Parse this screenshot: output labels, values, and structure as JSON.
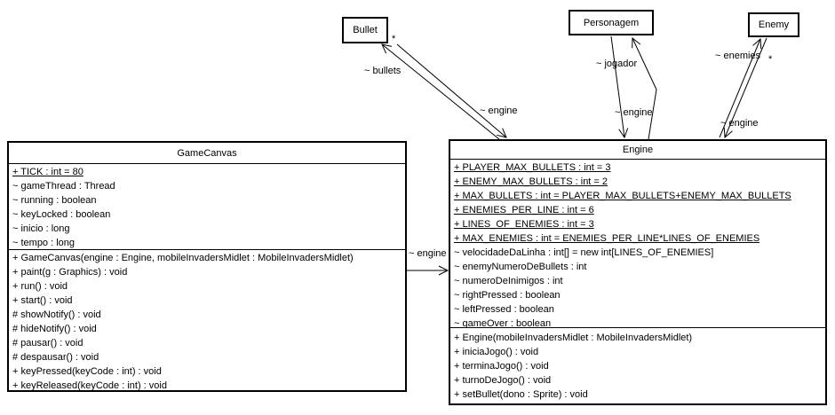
{
  "colors": {
    "background": "#ffffff",
    "line": "#000000",
    "text": "#000000"
  },
  "classes": {
    "gamecanvas": {
      "title": "GameCanvas",
      "attributes": [
        "+ TICK : int = 80",
        "~ gameThread : Thread",
        "~ running : boolean",
        "~ keyLocked : boolean",
        "~ inicio : long",
        "~ tempo : long"
      ],
      "methods": [
        "+ GameCanvas(engine : Engine, mobileInvadersMidlet : MobileInvadersMidlet)",
        "+ paint(g : Graphics) : void",
        "+ run() : void",
        "+ start() : void",
        "# showNotify() : void",
        "# hideNotify() : void",
        "# pausar() : void",
        "# despausar() : void",
        "+ keyPressed(keyCode : int) : void",
        "+ keyReleased(keyCode : int) : void"
      ]
    },
    "engine": {
      "title": "Engine",
      "attributes": [
        "+ PLAYER_MAX_BULLETS : int = 3",
        "+ ENEMY_MAX_BULLETS : int = 2",
        "+ MAX_BULLETS : int = PLAYER_MAX_BULLETS+ENEMY_MAX_BULLETS",
        "+ ENEMIES_PER_LINE : int = 6",
        "+ LINES_OF_ENEMIES : int = 3",
        "+ MAX_ENEMIES : int = ENEMIES_PER_LINE*LINES_OF_ENEMIES",
        "~ velocidadeDaLinha : int[] = new int[LINES_OF_ENEMIES]",
        "~ enemyNumeroDeBullets : int",
        "~ numeroDeInimigos : int",
        "~ rightPressed : boolean",
        "~ leftPressed : boolean",
        "~ gameOver : boolean"
      ],
      "methods": [
        "+ Engine(mobileInvadersMidlet : MobileInvadersMidlet)",
        "+ iniciaJogo() : void",
        "+ terminaJogo() : void",
        "+ turnoDeJogo() : void",
        "+ setBullet(dono : Sprite) : void"
      ]
    },
    "bullet": {
      "title": "Bullet"
    },
    "personagem": {
      "title": "Personagem"
    },
    "enemy": {
      "title": "Enemy"
    }
  },
  "edges": {
    "gamecanvas_engine": {
      "role_engine": "~ engine"
    },
    "bullet_engine": {
      "role_bullet": "~ bullets",
      "mult_bullet": "*",
      "role_engine": "~ engine"
    },
    "personagem_engine": {
      "role_personagem": "~ jogador",
      "role_engine": "~ engine"
    },
    "enemy_engine": {
      "role_enemy": "~ enemies",
      "mult_enemy": "*",
      "role_engine": "~ engine"
    }
  }
}
